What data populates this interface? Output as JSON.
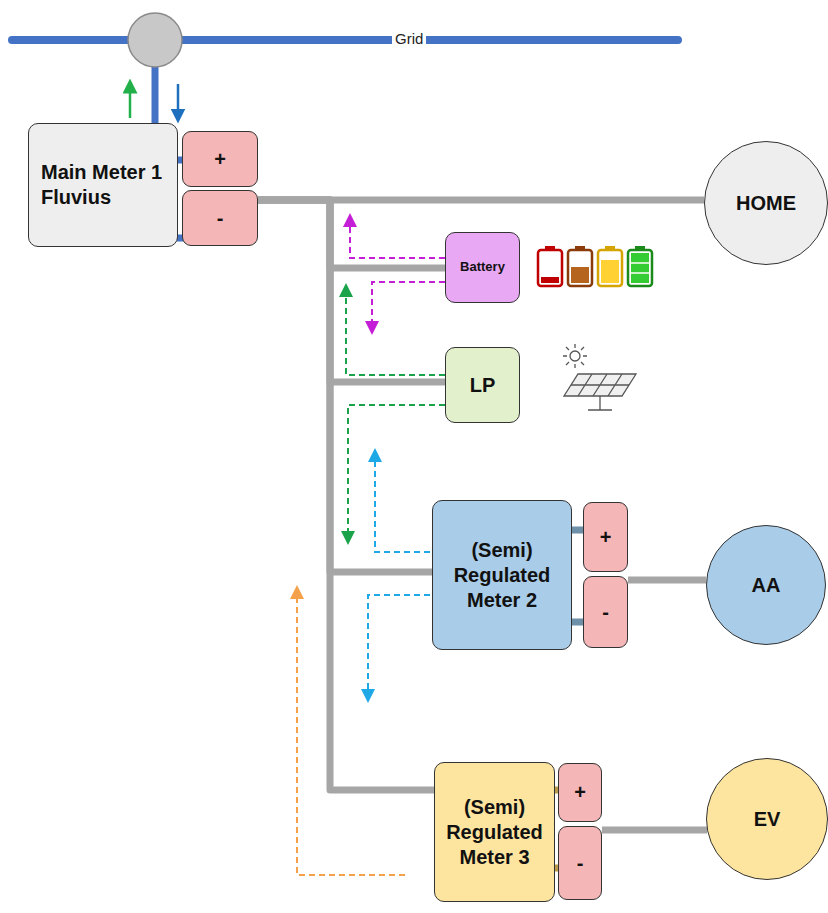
{
  "diagram": {
    "nodes": [
      {
        "text": [
          "Main Meter 1 Fluvius"
        ]
      },
      {
        "text": [
          "+"
        ]
      },
      {
        "text": [
          "-"
        ]
      },
      {
        "text": [
          "HOME"
        ]
      },
      {
        "text": [
          "Battery"
        ]
      },
      {
        "text": [
          "LP"
        ]
      },
      {
        "text": [
          "(Semi) Regulated Meter 2"
        ]
      },
      {
        "text": [
          "+"
        ]
      },
      {
        "text": [
          "-"
        ]
      },
      {
        "text": [
          "AA"
        ]
      },
      {
        "text": [
          "(Semi) Regulated Meter 3"
        ]
      },
      {
        "text": [
          "+"
        ]
      },
      {
        "text": [
          "-"
        ]
      },
      {
        "text": [
          "EV"
        ]
      }
    ],
    "edges": [
      {
        "from": 2,
        "to": 3,
        "arrow": "none"
      },
      {
        "from": 2,
        "to": 4,
        "arrow": "none"
      },
      {
        "from": 2,
        "to": 5,
        "arrow": "none"
      },
      {
        "from": 2,
        "to": 6,
        "arrow": "none"
      },
      {
        "from": 2,
        "to": 10,
        "arrow": "none"
      },
      {
        "from": 8,
        "to": 9,
        "arrow": "none"
      },
      {
        "from": 12,
        "to": 13,
        "arrow": "none"
      }
    ],
    "labels": [
      "Grid"
    ]
  }
}
